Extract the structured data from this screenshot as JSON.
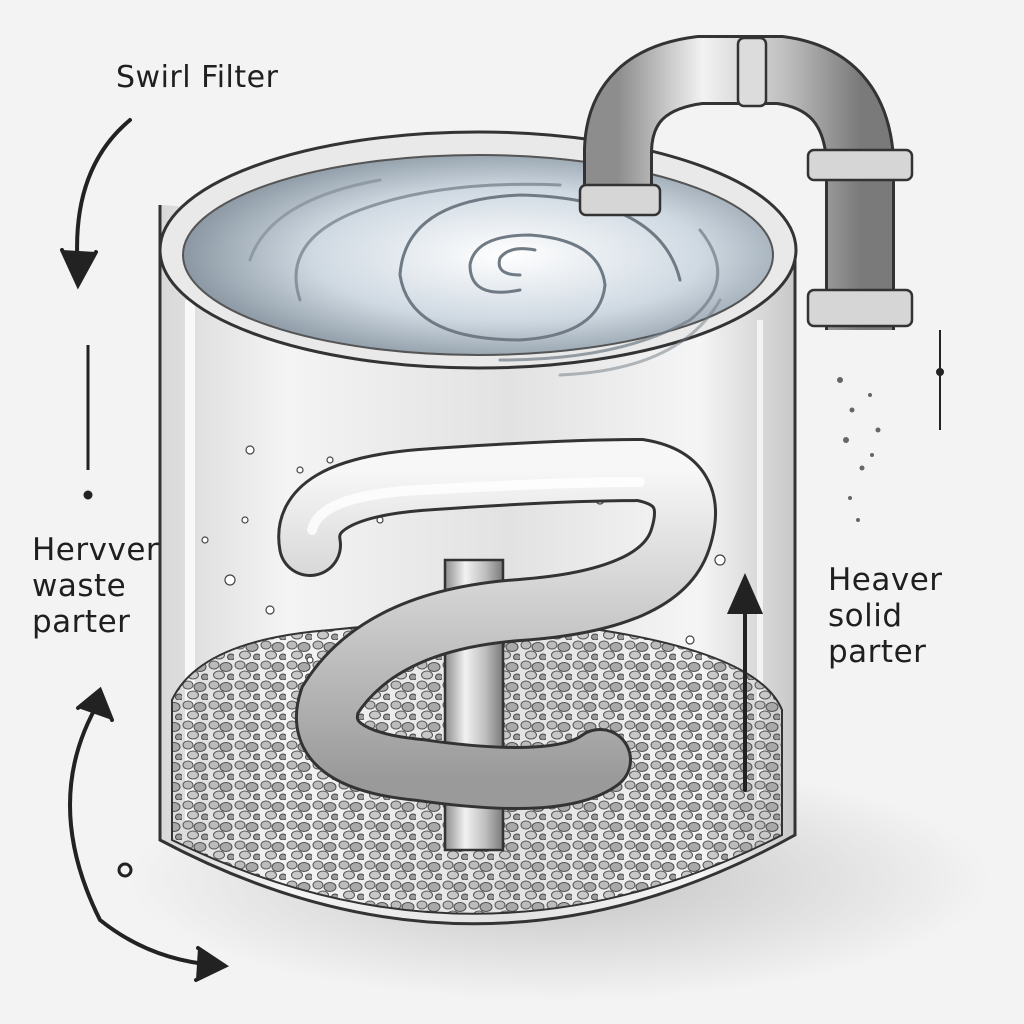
{
  "title": "Swirl  Filter",
  "left_label": {
    "line1": "Hervver",
    "line2": "waste",
    "line3": "parter"
  },
  "right_label": {
    "line1": "Heaver",
    "line2": "solid",
    "line3": "parter"
  },
  "colors": {
    "ink": "#1f1f1f",
    "water": "#cfd9e2",
    "paper": "#f3f3f3",
    "pipe": "#bdbdbd"
  },
  "icons": [
    "swirl-vortex",
    "outlet-pipe",
    "helical-tube",
    "pebble-bed",
    "curved-arrow",
    "up-arrow"
  ]
}
